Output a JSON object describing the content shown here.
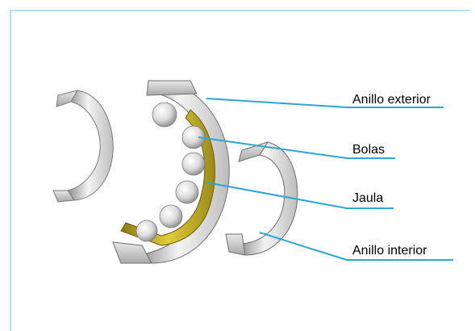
{
  "labels": {
    "outer_ring": "Anillo exterior",
    "balls": "Bolas",
    "cage": "Jaula",
    "inner_ring": "Anillo interior"
  },
  "colors": {
    "frame": "#aee0f0",
    "leader": "#2aa6d8",
    "cage": "#c9b21a",
    "steel_light": "#f4f4f4",
    "steel_mid": "#cfcfcf",
    "steel_dark": "#8c8c8c"
  }
}
